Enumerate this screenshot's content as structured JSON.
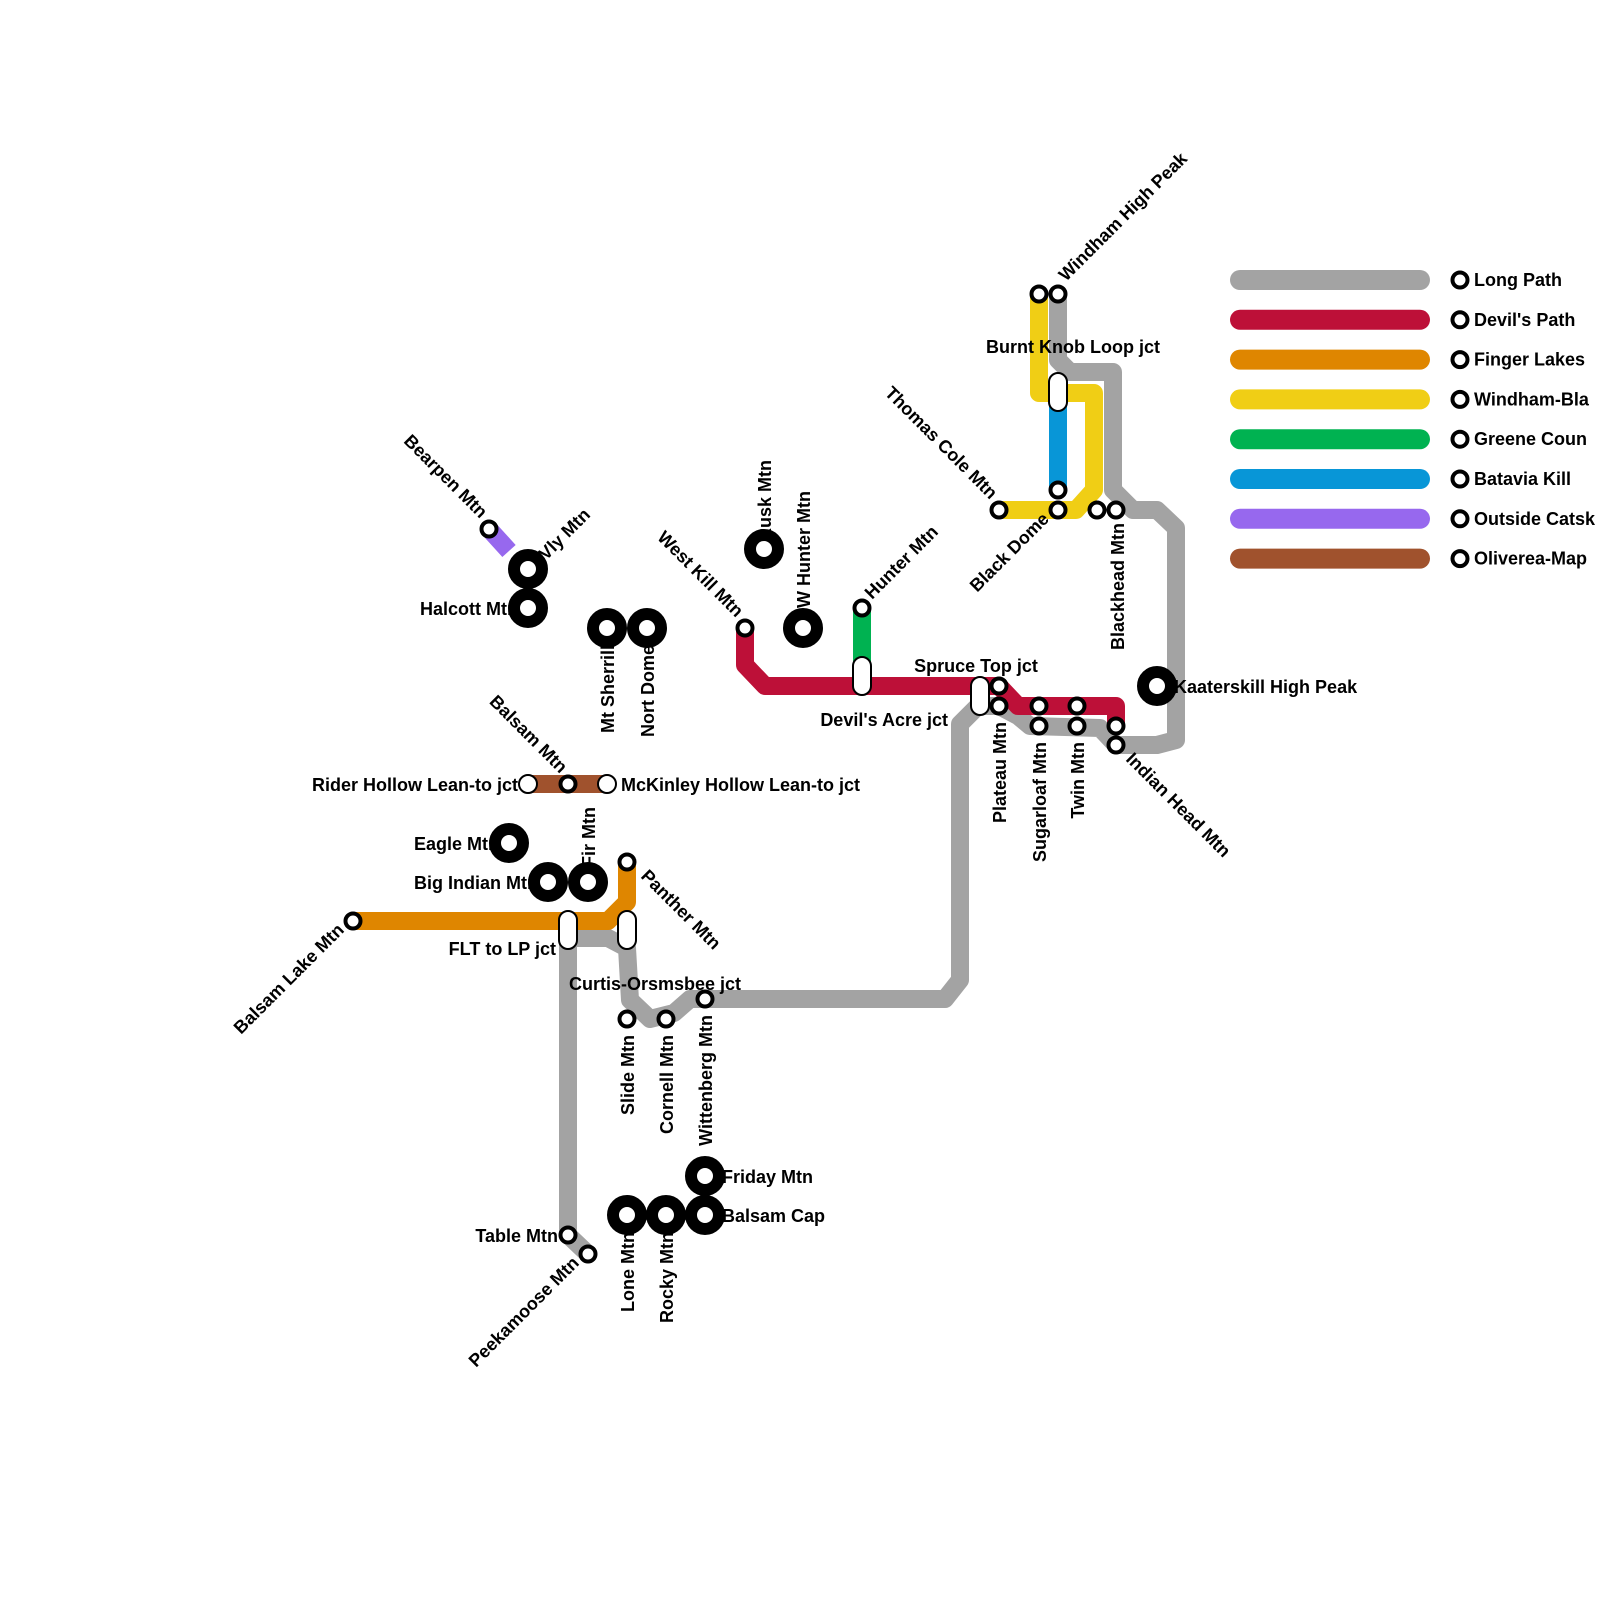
{
  "title": "Catskill Trails Transit Map",
  "lines": [
    {
      "id": "long-path",
      "name": "Long Path",
      "color": "#a3a3a3"
    },
    {
      "id": "devils-path",
      "name": "Devil's Path",
      "color": "#bd1038"
    },
    {
      "id": "finger-lakes",
      "name": "Finger Lakes",
      "color": "#df8600"
    },
    {
      "id": "windham-blackhead",
      "name": "Windham-Bla",
      "color": "#f0ce15"
    },
    {
      "id": "greene-county",
      "name": "Greene Coun",
      "color": "#00b251"
    },
    {
      "id": "batavia-kill",
      "name": "Batavia Kill",
      "color": "#0896d7"
    },
    {
      "id": "outside-catskills",
      "name": "Outside Catsk",
      "color": "#9768ee"
    },
    {
      "id": "oliverea-mapledale",
      "name": "Oliverea-Map",
      "color": "#a0522d"
    }
  ],
  "legend": {
    "items": [
      "Long Path",
      "Devil's Path",
      "Finger Lakes",
      "Windham-Bla",
      "Greene Coun",
      "Batavia Kill",
      "Outside Catsk",
      "Oliverea-Map"
    ]
  },
  "stations": [
    {
      "name": "Windham High Peak",
      "kind": "stop"
    },
    {
      "name": "Burnt Knob Loop jct",
      "kind": "junction"
    },
    {
      "name": "Thomas Cole Mtn",
      "kind": "stop"
    },
    {
      "name": "Black Dome",
      "kind": "stop"
    },
    {
      "name": "Blackhead Mtn",
      "kind": "stop"
    },
    {
      "name": "Kaaterskill High Peak",
      "kind": "peak"
    },
    {
      "name": "Indian Head Mtn",
      "kind": "stop"
    },
    {
      "name": "Twin Mtn",
      "kind": "stop"
    },
    {
      "name": "Sugarloaf Mtn",
      "kind": "stop"
    },
    {
      "name": "Plateau Mtn",
      "kind": "stop"
    },
    {
      "name": "Spruce Top jct",
      "kind": "junction"
    },
    {
      "name": "Devil's Acre jct",
      "kind": "junction"
    },
    {
      "name": "Hunter Mtn",
      "kind": "stop"
    },
    {
      "name": "SW Hunter Mtn",
      "kind": "peak"
    },
    {
      "name": "Rusk Mtn",
      "kind": "peak"
    },
    {
      "name": "West Kill Mtn",
      "kind": "stop"
    },
    {
      "name": "Bearpen Mtn",
      "kind": "stop"
    },
    {
      "name": "Vly Mtn",
      "kind": "peak"
    },
    {
      "name": "Halcott Mtn",
      "kind": "peak"
    },
    {
      "name": "Mt Sherrill",
      "kind": "peak"
    },
    {
      "name": "Nort Dome",
      "kind": "peak"
    },
    {
      "name": "Balsam Mtn",
      "kind": "stop"
    },
    {
      "name": "Rider Hollow Lean-to jct",
      "kind": "terminal"
    },
    {
      "name": "McKinley Hollow Lean-to jct",
      "kind": "terminal"
    },
    {
      "name": "Eagle Mtn",
      "kind": "peak"
    },
    {
      "name": "Big Indian Mtn",
      "kind": "peak"
    },
    {
      "name": "Fir Mtn",
      "kind": "peak"
    },
    {
      "name": "Panther Mtn",
      "kind": "stop"
    },
    {
      "name": "Balsam Lake Mtn",
      "kind": "stop"
    },
    {
      "name": "FLT to LP jct",
      "kind": "junction"
    },
    {
      "name": "Curtis-Orsmsbee jct",
      "kind": "junction"
    },
    {
      "name": "Slide Mtn",
      "kind": "stop"
    },
    {
      "name": "Cornell Mtn",
      "kind": "stop"
    },
    {
      "name": "Wittenberg Mtn",
      "kind": "stop"
    },
    {
      "name": "Friday Mtn",
      "kind": "peak"
    },
    {
      "name": "Balsam Cap",
      "kind": "peak"
    },
    {
      "name": "Lone Mtn",
      "kind": "peak"
    },
    {
      "name": "Rocky Mtn",
      "kind": "peak"
    },
    {
      "name": "Table Mtn",
      "kind": "stop"
    },
    {
      "name": "Peekamoose Mtn",
      "kind": "stop"
    }
  ]
}
